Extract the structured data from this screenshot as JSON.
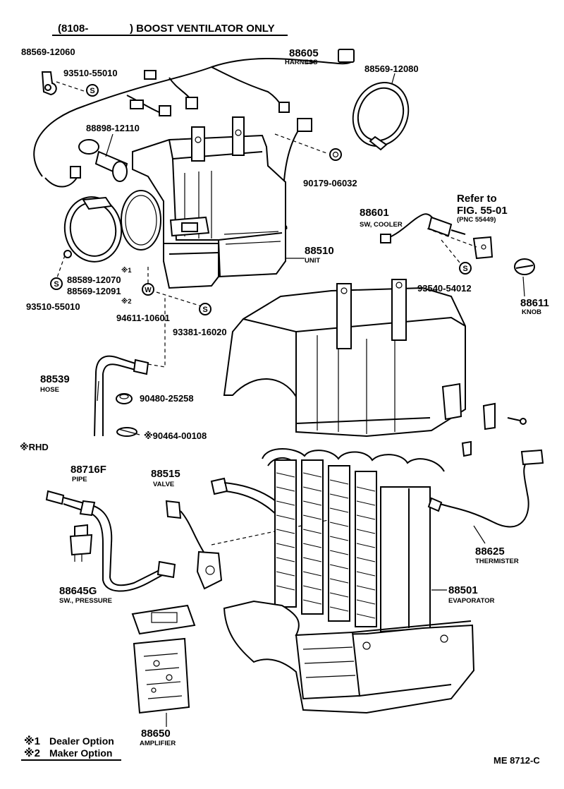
{
  "title": {
    "part1": "(8108-",
    "part2": ") BOOST VENTILATOR ONLY"
  },
  "parts": {
    "p1": {
      "num": "88569-12060"
    },
    "p2": {
      "num": "93510-55010"
    },
    "p3": {
      "num": "88605",
      "name": "HARNESS"
    },
    "p4": {
      "num": "88569-12080"
    },
    "p5": {
      "num": "88898-12110"
    },
    "p6": {
      "num": "90179-06032"
    },
    "p7": {
      "num": "88601",
      "name": "SW, COOLER"
    },
    "p8": {
      "num": "88510",
      "name": "UNIT"
    },
    "p9": {
      "num": "88589-12070"
    },
    "p10": {
      "num": "88569-12091"
    },
    "p11": {
      "num": "93510-55010"
    },
    "p12": {
      "num": "94611-10601"
    },
    "p13": {
      "num": "93381-16020"
    },
    "p14": {
      "num": "93540-54012"
    },
    "p15": {
      "num": "88611",
      "name": "KNOB"
    },
    "p16": {
      "num": "88539",
      "name": "HOSE"
    },
    "p17": {
      "num": "90480-25258"
    },
    "p18": {
      "num": "※90464-00108"
    },
    "p19": {
      "num": "88716F",
      "name": "PIPE"
    },
    "p20": {
      "num": "88515",
      "name": "VALVE"
    },
    "p21": {
      "num": "88625",
      "name": "THERMISTER"
    },
    "p22": {
      "num": "88645G",
      "name": "SW., PRESSURE"
    },
    "p23": {
      "num": "88501",
      "name": "EVAPORATOR"
    },
    "p24": {
      "num": "88650",
      "name": "AMPLIFIER"
    }
  },
  "refer": {
    "line1": "Refer to",
    "line2": "FIG. 55-01",
    "line3": "(PNC 55449)"
  },
  "markers": {
    "m1": "※1",
    "m2": "※2",
    "rhd": "※RHD"
  },
  "symbols": {
    "s": "S",
    "w": "W"
  },
  "legend": {
    "l1_mark": "※1",
    "l1_text": "Dealer Option",
    "l2_mark": "※2",
    "l2_text": "Maker Option"
  },
  "footer": {
    "code": "ME 8712-C"
  }
}
